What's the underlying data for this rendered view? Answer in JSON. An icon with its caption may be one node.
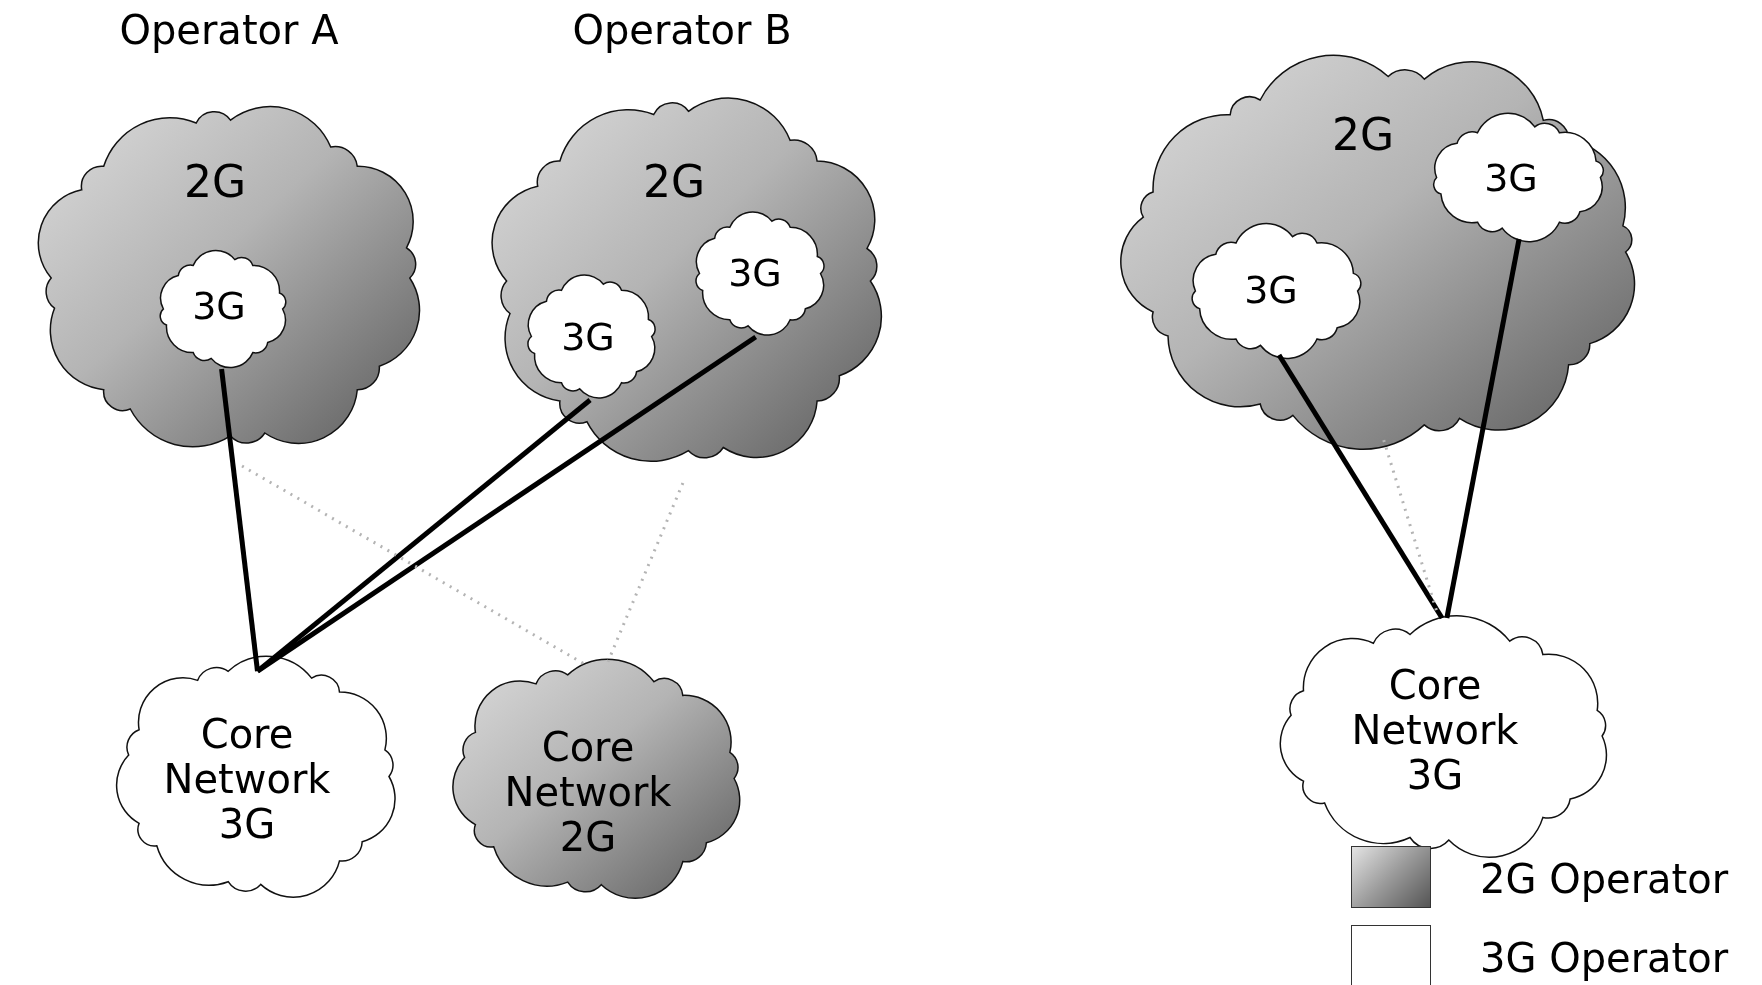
{
  "diagram": {
    "nodes": [
      {
        "text": [
          "Operator A",
          "2G"
        ]
      },
      {
        "text": [
          "3G"
        ],
        "in": 0
      },
      {
        "text": [
          "Operator B",
          "2G"
        ]
      },
      {
        "text": [
          "3G"
        ],
        "in": 2
      },
      {
        "text": [
          "3G"
        ],
        "in": 2
      },
      {
        "text": [
          "Core Network 3G"
        ]
      },
      {
        "text": [
          "Core Network 2G"
        ]
      },
      {
        "text": [
          "2G"
        ]
      },
      {
        "text": [
          "3G"
        ],
        "in": 7
      },
      {
        "text": [
          "3G"
        ],
        "in": 7
      },
      {
        "text": [
          "Core Network 3G"
        ]
      }
    ],
    "edges": [
      {
        "from": 1,
        "to": 5,
        "arrow": "none"
      },
      {
        "from": 3,
        "to": 5,
        "arrow": "none"
      },
      {
        "from": 4,
        "to": 5,
        "arrow": "none"
      },
      {
        "from": 0,
        "to": 6,
        "arrow": "none",
        "style": "dashed",
        "color": "#b4b4b4"
      },
      {
        "from": 2,
        "to": 6,
        "arrow": "none",
        "style": "dashed",
        "color": "#b4b4b4"
      },
      {
        "from": 9,
        "to": 10,
        "arrow": "none"
      },
      {
        "from": 8,
        "to": 10,
        "arrow": "none"
      },
      {
        "from": 7,
        "to": 10,
        "arrow": "none",
        "style": "dashed",
        "color": "#b4b4b4"
      }
    ],
    "legend": [
      {
        "text": "2G Operator",
        "color": "#9a9a9a"
      },
      {
        "text": "3G Operator",
        "color": "#ffffff"
      }
    ]
  }
}
